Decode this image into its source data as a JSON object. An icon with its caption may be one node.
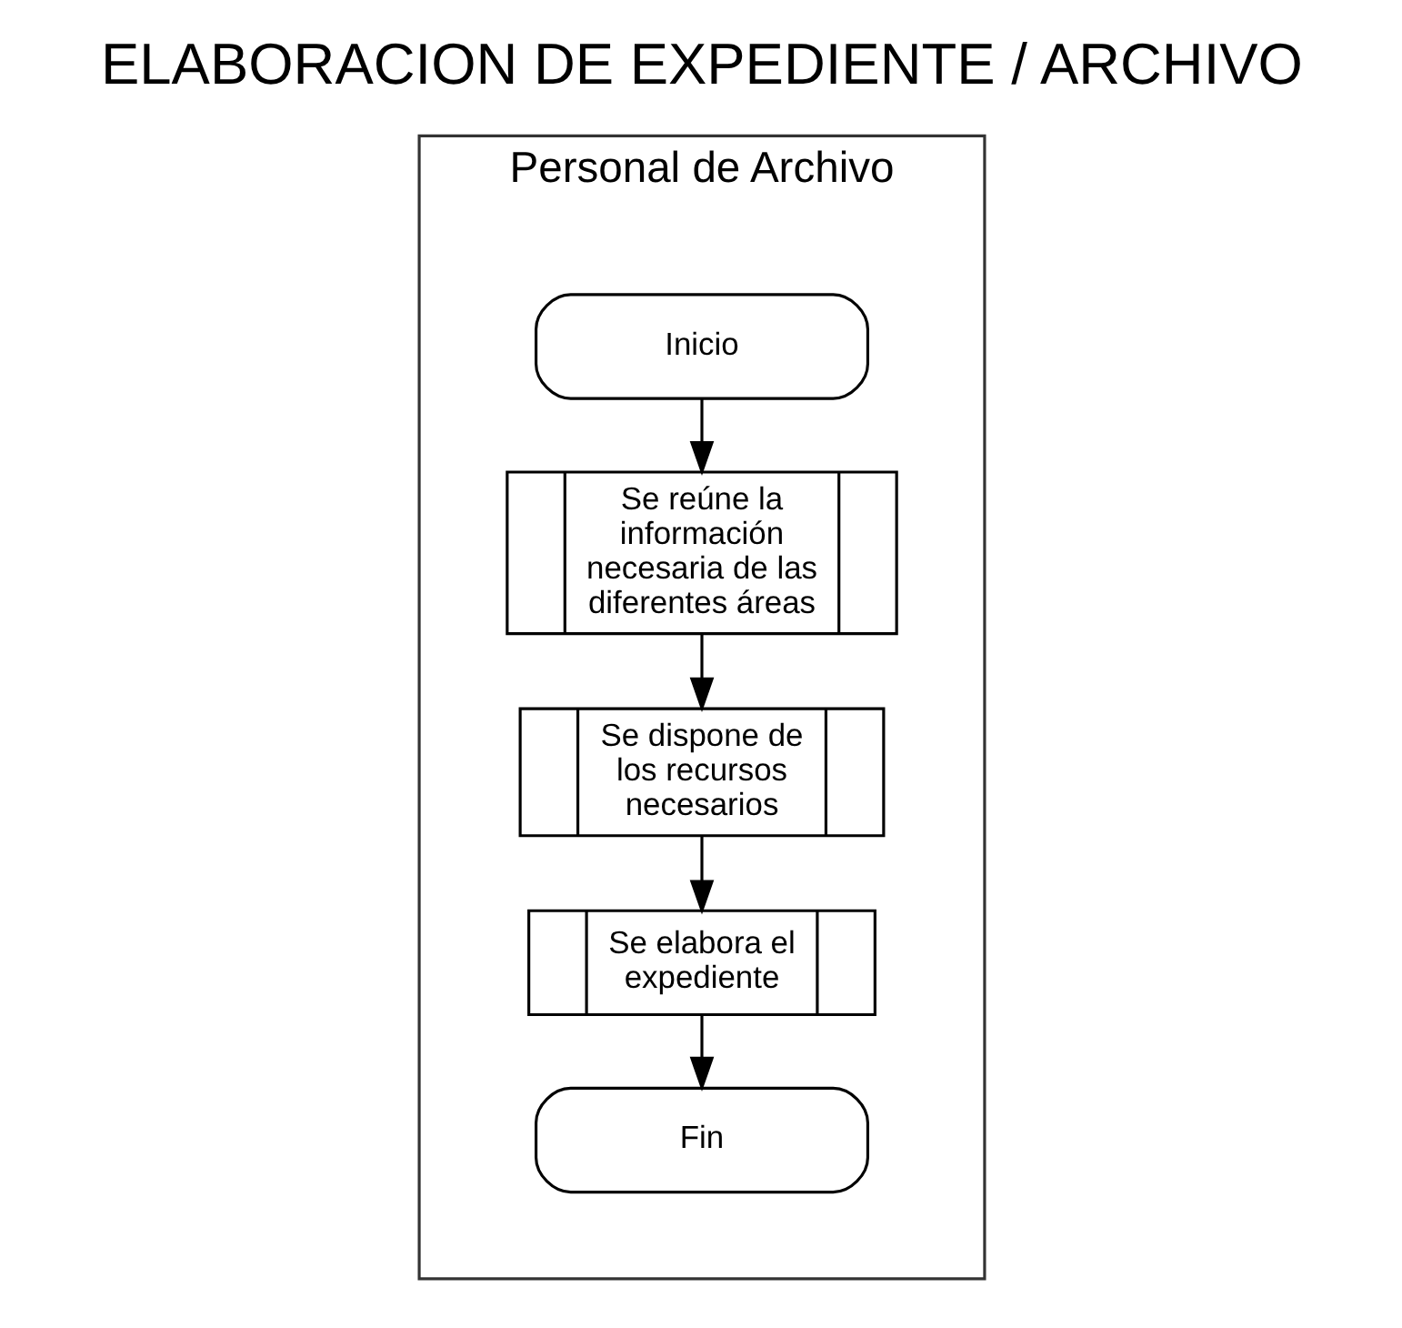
{
  "diagram": {
    "title": "ELABORACION DE EXPEDIENTE / ARCHIVO",
    "nodes": [
      {
        "text": [
          "Personal de Archivo"
        ]
      },
      {
        "text": [
          "Inicio"
        ],
        "in": 0
      },
      {
        "text": [
          "Se reúne la información necesaria de las diferentes áreas"
        ],
        "in": 0
      },
      {
        "text": [
          "Se dispone de los recursos necesarios"
        ],
        "in": 0
      },
      {
        "text": [
          "Se elabora el expediente"
        ],
        "in": 0
      },
      {
        "text": [
          "Fin"
        ],
        "in": 0
      }
    ],
    "edges": [
      {
        "from": 1,
        "to": 2,
        "arrow": "to"
      },
      {
        "from": 2,
        "to": 3,
        "arrow": "to"
      },
      {
        "from": 3,
        "to": 4,
        "arrow": "to"
      },
      {
        "from": 4,
        "to": 5,
        "arrow": "to"
      }
    ]
  }
}
